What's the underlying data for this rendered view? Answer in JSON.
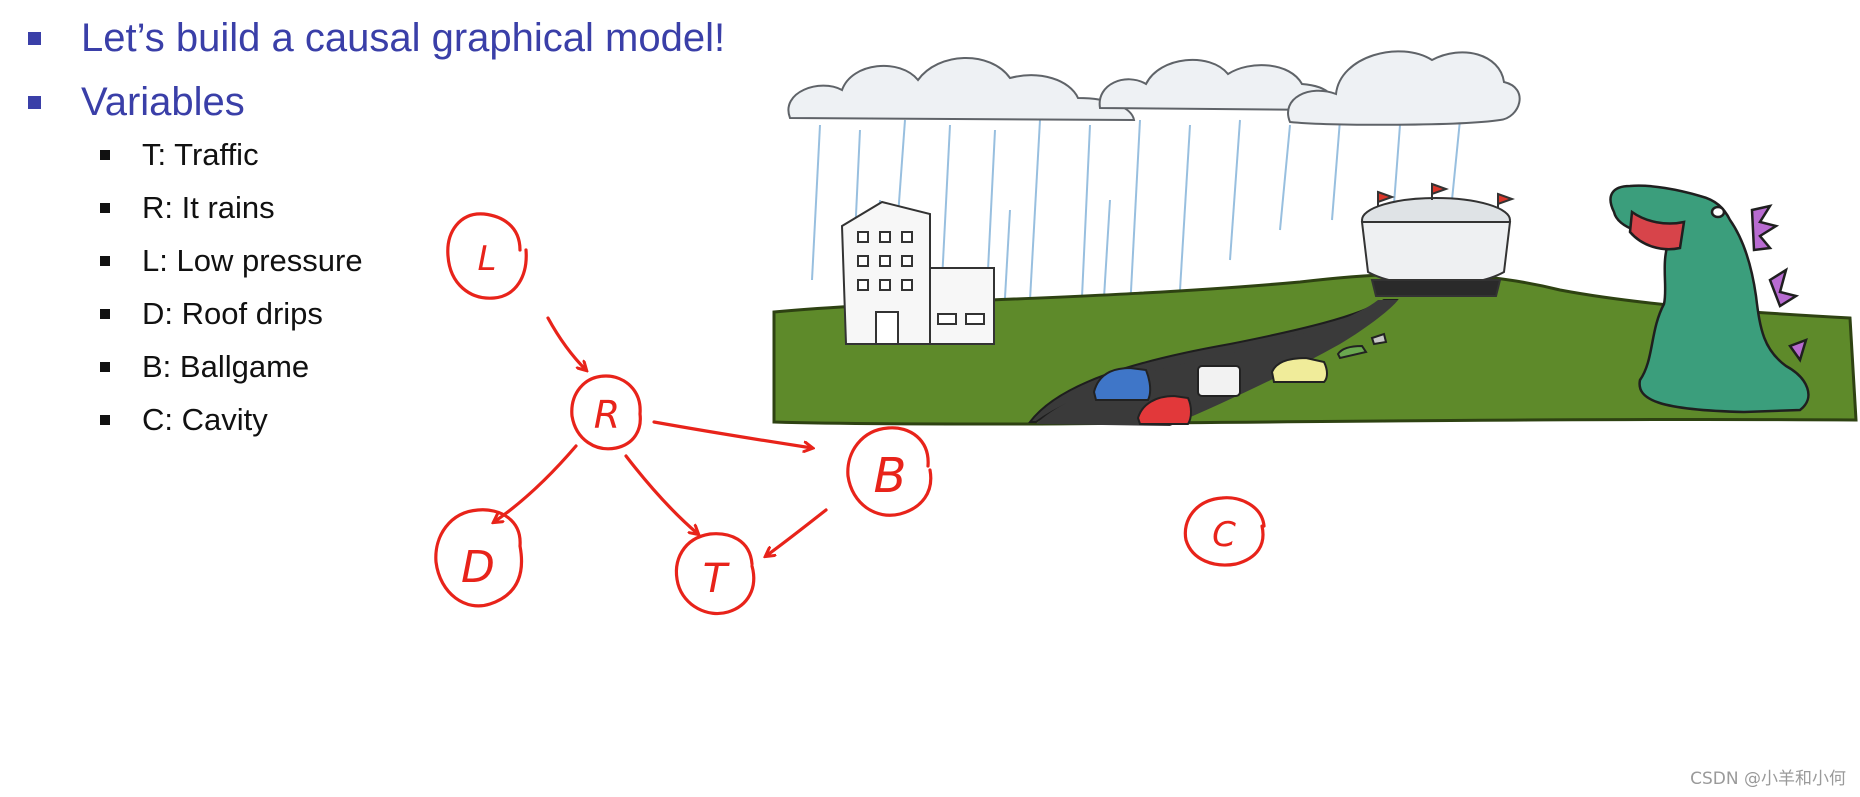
{
  "slide": {
    "bullets": [
      {
        "text": "Let’s build a causal graphical model!"
      },
      {
        "text": "Variables"
      }
    ],
    "variables": [
      {
        "text": "T: Traffic"
      },
      {
        "text": "R: It rains"
      },
      {
        "text": "L: Low pressure"
      },
      {
        "text": "D: Roof drips"
      },
      {
        "text": "B: Ballgame"
      },
      {
        "text": "C: Cavity"
      }
    ]
  },
  "graph": {
    "nodes": [
      {
        "id": "L",
        "label": "L"
      },
      {
        "id": "R",
        "label": "R"
      },
      {
        "id": "B",
        "label": "B"
      },
      {
        "id": "D",
        "label": "D"
      },
      {
        "id": "T",
        "label": "T"
      },
      {
        "id": "C",
        "label": "C"
      }
    ],
    "edges": [
      {
        "from": "L",
        "to": "R"
      },
      {
        "from": "R",
        "to": "B"
      },
      {
        "from": "R",
        "to": "D"
      },
      {
        "from": "R",
        "to": "T"
      },
      {
        "from": "B",
        "to": "T"
      }
    ],
    "ink_color": "#e8231a"
  },
  "watermark": "CSDN @小羊和小何"
}
